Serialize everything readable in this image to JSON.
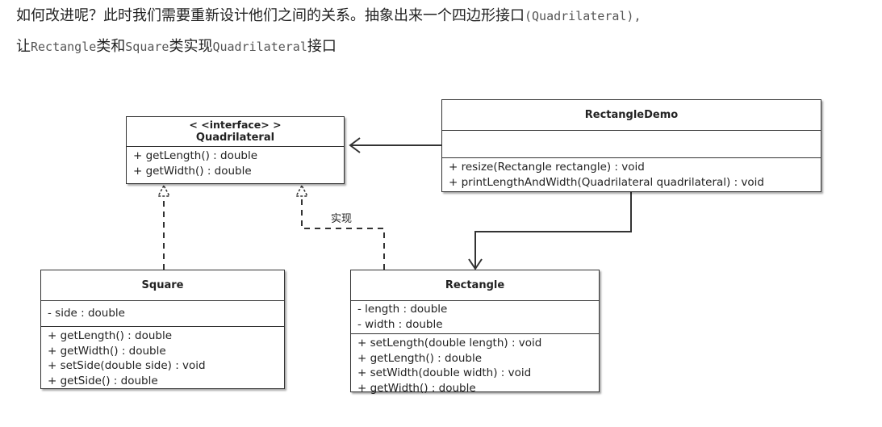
{
  "paragraph": {
    "line1_text": "如何改进呢？此时我们需要重新设计他们之间的关系。抽象出来一个四边形接口",
    "line1_code": "(Quadrilateral),",
    "line2_a": "让",
    "line2_code1": "Rectangle",
    "line2_b": "类和",
    "line2_code2": "Square",
    "line2_c": "类实现",
    "line2_code3": "Quadrilateral",
    "line2_d": "接口"
  },
  "diagram": {
    "quadrilateral": {
      "stereotype": "< <interface> >",
      "name": "Quadrilateral",
      "methods": [
        "+ getLength() :  double",
        "+ getWidth() :   double"
      ]
    },
    "rectangle_demo": {
      "name": "RectangleDemo",
      "methods": [
        "+ resize(Rectangle rectangle) : void",
        "+ printLengthAndWidth(Quadrilateral quadrilateral) : void"
      ]
    },
    "square": {
      "name": "Square",
      "attributes": [
        "- side : double"
      ],
      "methods": [
        "+ getLength() :  double",
        "+ getWidth() :   double",
        "+ setSide(double side) : void",
        "+ getSide() : double"
      ]
    },
    "rectangle": {
      "name": "Rectangle",
      "attributes": [
        "- length :   double",
        "- width :   double"
      ],
      "methods": [
        "+ setLength(double length) :  void",
        "+ getLength() :  double",
        "+ setWidth(double  width) : void",
        "+ getWidth() :   double"
      ]
    },
    "realization_label": "实现"
  }
}
